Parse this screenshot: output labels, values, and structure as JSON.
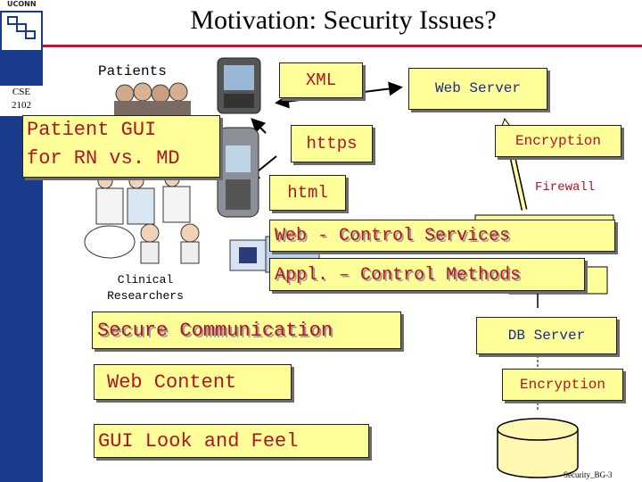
{
  "header": {
    "logo_text": "UCONN",
    "course_line1": "CSE",
    "course_line2": "2102",
    "title": "Motivation: Security Issues?"
  },
  "left": {
    "patients_label": "Patients",
    "patient_gui": "Patient GUI",
    "patient_gui_line2": "for RN vs. MD",
    "clinical_label_1": "Clinical",
    "clinical_label_2": "Researchers"
  },
  "center": {
    "xml": "XML",
    "https": "https",
    "html": "html",
    "web_control_services": "Web - Control Services",
    "appl_control_methods": "Appl. – Control Methods"
  },
  "right": {
    "web_server": "Web Server",
    "encryption_top": "Encryption",
    "firewall": "Firewall",
    "db_server": "DB Server",
    "encryption_bottom": "Encryption"
  },
  "bottom": {
    "secure_communication": "Secure Communication",
    "web_content": "Web Content",
    "gui_look_feel": "GUI Look and Feel",
    "footer": "Security_BG-3"
  },
  "colors": {
    "sidebar": "#1a3a8c",
    "accent_red": "#c8102e",
    "box_fill": "#ffff99"
  }
}
